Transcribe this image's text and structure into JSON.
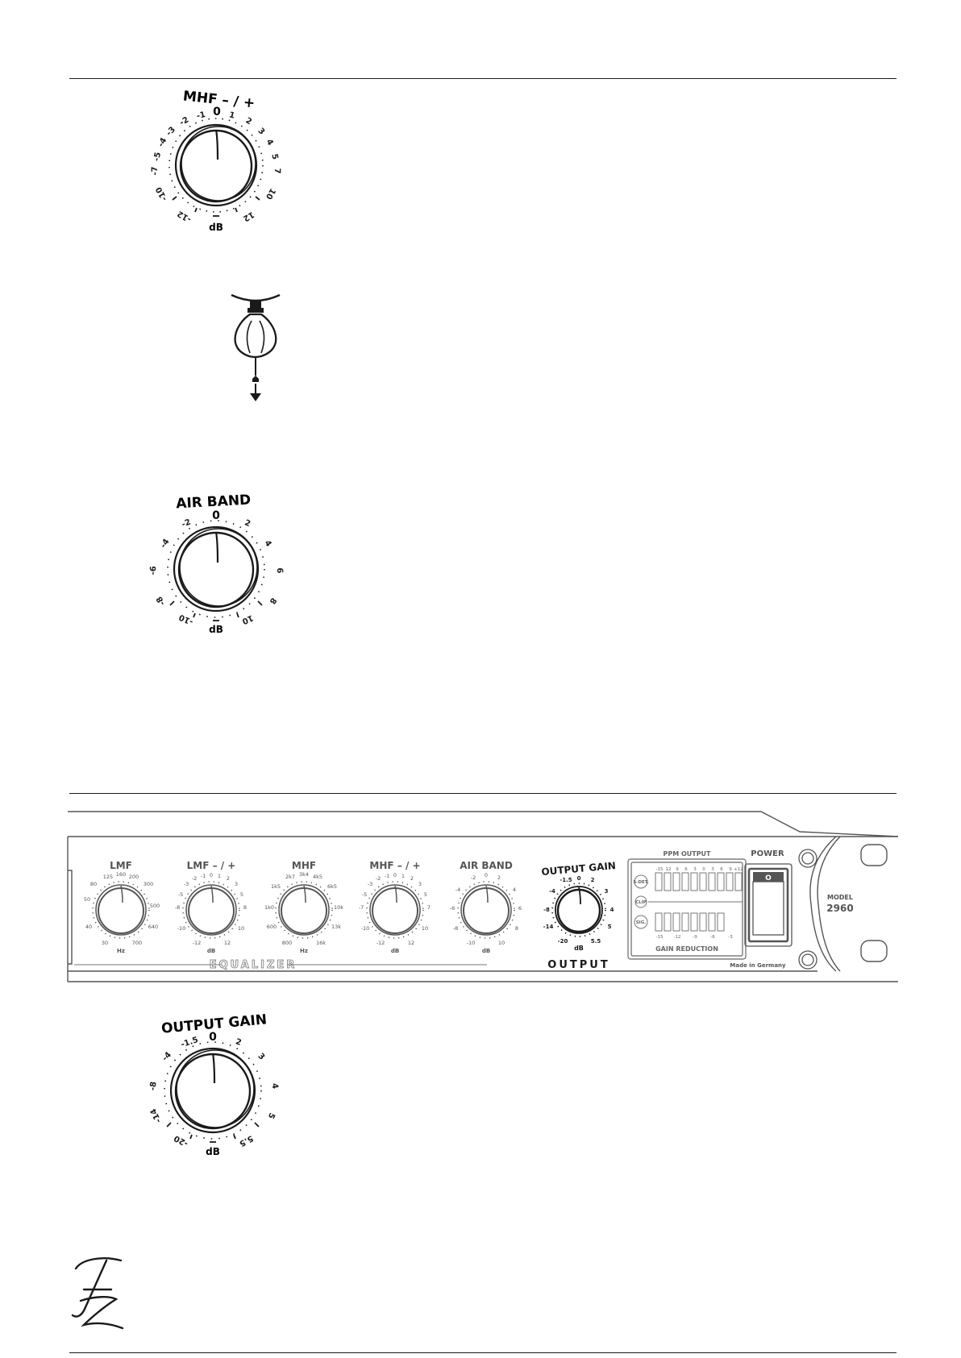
{
  "knobs": {
    "mhf_gain": {
      "title": "MHF – / +",
      "center": "0",
      "left": [
        "-1",
        "-2",
        "-3",
        "-4",
        "-5",
        "-7",
        "-10",
        "-12"
      ],
      "right": [
        "1",
        "2",
        "3",
        "4",
        "5",
        "7",
        "10",
        "12"
      ],
      "unit": "dB"
    },
    "air_band": {
      "title": "AIR BAND",
      "center": "0",
      "left": [
        "-2",
        "-4",
        "-6",
        "-8",
        "-10"
      ],
      "right": [
        "2",
        "4",
        "6",
        "8",
        "10"
      ],
      "unit": "dB"
    },
    "output_gain": {
      "title": "OUTPUT GAIN",
      "center": "0",
      "left": [
        "-1.5",
        "-4",
        "-8",
        "-14",
        "-20"
      ],
      "right": [
        "2",
        "3",
        "4",
        "5",
        "5.5"
      ],
      "unit": "dB"
    }
  },
  "front_panel": {
    "knobs": [
      {
        "title": "LMF",
        "unit": "Hz",
        "top": [
          "125",
          "160",
          "200"
        ],
        "left": [
          "80",
          "50",
          "40",
          "30"
        ],
        "right": [
          "300",
          "500",
          "640",
          "700"
        ]
      },
      {
        "title": "LMF – / +",
        "unit": "dB",
        "top": [
          "-1",
          "0",
          "1"
        ],
        "left": [
          "-2",
          "-3",
          "-5",
          "-8",
          "-10",
          "-12"
        ],
        "right": [
          "2",
          "3",
          "5",
          "8",
          "10",
          "12"
        ]
      },
      {
        "title": "MHF",
        "unit": "Hz",
        "top": [
          "2k7",
          "3k4",
          "4k5"
        ],
        "left": [
          "1k5",
          "1k0",
          "600",
          "800"
        ],
        "right": [
          "6k5",
          "10k",
          "13k",
          "16k"
        ]
      },
      {
        "title": "MHF – / +",
        "unit": "dB",
        "top": [
          "-1",
          "0",
          "1"
        ],
        "left": [
          "-2",
          "-3",
          "-5",
          "-7",
          "-10",
          "-12"
        ],
        "right": [
          "2",
          "3",
          "5",
          "7",
          "10",
          "12"
        ]
      },
      {
        "title": "AIR BAND",
        "unit": "dB",
        "top": [
          "-2",
          "0",
          "2"
        ],
        "left": [
          "-4",
          "-6",
          "-8",
          "-10"
        ],
        "right": [
          "4",
          "6",
          "8",
          "10"
        ]
      },
      {
        "title": "OUTPUT GAIN",
        "unit": "dB",
        "top": [
          "-1.5",
          "0",
          "2"
        ],
        "left": [
          "-4",
          "-8",
          "-14",
          "-20"
        ],
        "right": [
          "3",
          "4",
          "5",
          "5.5"
        ]
      }
    ],
    "equalizer_label": "EQUALIZER",
    "output_label": "OUTPUT",
    "meter": {
      "title": "PPM OUTPUT",
      "top_scale": [
        "-15",
        "12",
        "9",
        "6",
        "3",
        "0",
        "3",
        "6",
        "9",
        "+12"
      ],
      "bottom_scale": [
        "-15",
        "-12",
        "-9",
        "-6",
        "-3"
      ],
      "bottom_title": "GAIN REDUCTION",
      "indicators": [
        "S-DET.",
        "CLIP",
        "SIG."
      ]
    },
    "power_label": "POWER",
    "switch_label": "O",
    "model_label": "MODEL",
    "model_number": "2960",
    "made_in": "Made in Germany"
  }
}
